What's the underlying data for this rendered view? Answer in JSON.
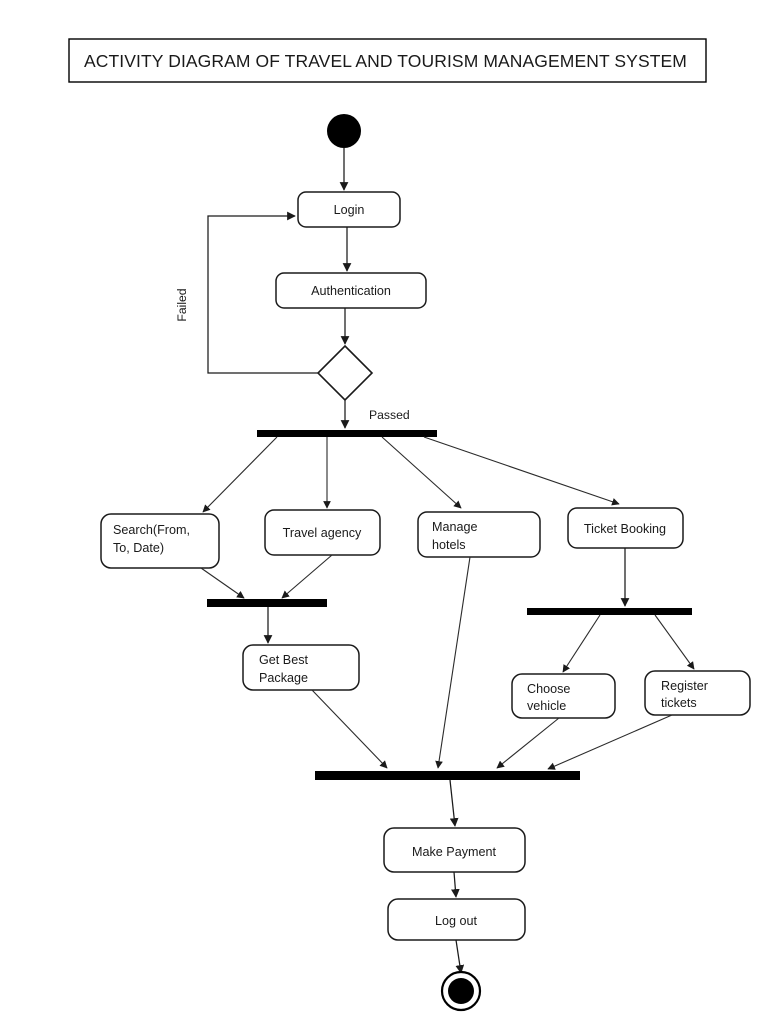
{
  "diagram": {
    "title": "ACTIVITY DIAGRAM OF TRAVEL AND TOURISM MANAGEMENT SYSTEM",
    "type": "uml-activity-diagram",
    "background_color": "#ffffff",
    "stroke_color": "#1a1a1a",
    "nodes": {
      "start": {
        "kind": "initial-node",
        "label": ""
      },
      "login": {
        "kind": "activity",
        "label": "Login"
      },
      "authentication": {
        "kind": "activity",
        "label": "Authentication"
      },
      "decision": {
        "kind": "decision",
        "label": ""
      },
      "fork_main": {
        "kind": "fork-bar",
        "label": ""
      },
      "search": {
        "kind": "activity",
        "line1": "Search(From,",
        "line2": "To, Date)"
      },
      "travel_agency": {
        "kind": "activity",
        "label": "Travel agency"
      },
      "manage_hotels": {
        "kind": "activity",
        "line1": "Manage",
        "line2": "hotels"
      },
      "ticket_booking": {
        "kind": "activity",
        "label": "Ticket Booking"
      },
      "join_left": {
        "kind": "join-bar",
        "label": ""
      },
      "get_best_package": {
        "kind": "activity",
        "line1": "Get Best",
        "line2": "Package"
      },
      "fork_right": {
        "kind": "fork-bar",
        "label": ""
      },
      "choose_vehicle": {
        "kind": "activity",
        "line1": "Choose",
        "line2": "vehicle"
      },
      "register_tickets": {
        "kind": "activity",
        "line1": "Register",
        "line2": "tickets"
      },
      "join_final": {
        "kind": "join-bar",
        "label": ""
      },
      "make_payment": {
        "kind": "activity",
        "label": "Make Payment"
      },
      "log_out": {
        "kind": "activity",
        "label": "Log out"
      },
      "end": {
        "kind": "final-node",
        "label": ""
      }
    },
    "edge_labels": {
      "failed": "Failed",
      "passed": "Passed"
    }
  }
}
